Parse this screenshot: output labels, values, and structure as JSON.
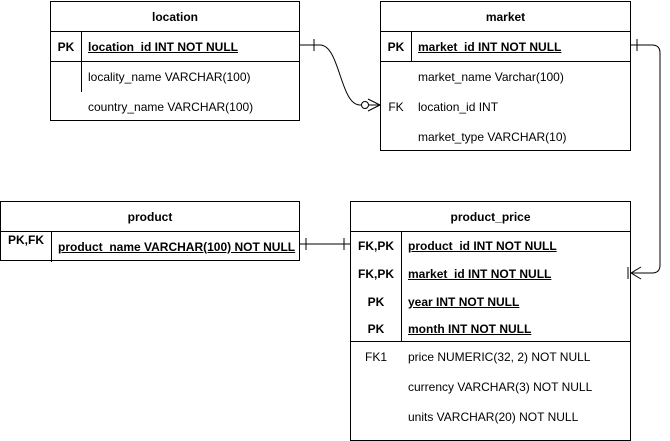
{
  "entities": {
    "location": {
      "name": "location",
      "rows": [
        {
          "key": "PK",
          "field": "location_id INT NOT NULL"
        },
        {
          "key": "",
          "field": "locality_name VARCHAR(100)"
        },
        {
          "key": "",
          "field": "country_name VARCHAR(100)"
        }
      ]
    },
    "market": {
      "name": "market",
      "rows": [
        {
          "key": "PK",
          "field": "market_id INT NOT NULL"
        },
        {
          "key": "",
          "field": "market_name Varchar(100)"
        },
        {
          "key": "FK",
          "field": "location_id INT"
        },
        {
          "key": "",
          "field": "market_type  VARCHAR(10)"
        }
      ]
    },
    "product": {
      "name": "product",
      "rows": [
        {
          "key": "PK,FK",
          "field": "product_name VARCHAR(100) NOT NULL"
        }
      ]
    },
    "product_price": {
      "name": "product_price",
      "rows": [
        {
          "key": "FK,PK",
          "field": "product_id INT NOT NULL"
        },
        {
          "key": "FK,PK",
          "field": "market_id INT NOT NULL"
        },
        {
          "key": "PK",
          "field": "year INT NOT NULL"
        },
        {
          "key": "PK",
          "field": "month INT NOT NULL"
        },
        {
          "key": "FK1",
          "field": "price NUMERIC(32, 2) NOT NULL"
        },
        {
          "key": "",
          "field": "currency VARCHAR(3) NOT NULL"
        },
        {
          "key": "",
          "field": "units VARCHAR(20) NOT NULL"
        }
      ]
    }
  },
  "relationships": [
    {
      "from": "location.location_id",
      "to": "market.location_id",
      "cardinality": "one-to-zero-or-many"
    },
    {
      "from": "market.market_id",
      "to": "product_price.market_id",
      "cardinality": "one-to-many"
    },
    {
      "from": "product.product_name",
      "to": "product_price.product_id",
      "cardinality": "one-to-one"
    }
  ]
}
